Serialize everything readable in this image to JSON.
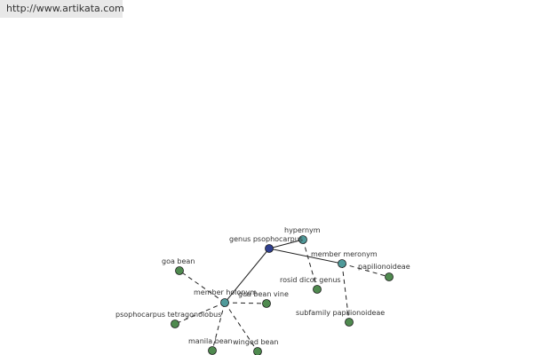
{
  "banner": {
    "url": "http://www.artikata.com"
  },
  "colors": {
    "root": "#2f3f8f",
    "relation": "#4f9a9a",
    "leaf": "#4f8a4f",
    "edge": "#222222",
    "label": "#333333"
  },
  "graph": {
    "nodes": [
      {
        "id": "root",
        "label": "genus psophocarpus",
        "kind": "root"
      },
      {
        "id": "hypernym",
        "label": "hypernym",
        "kind": "relation"
      },
      {
        "id": "meronym",
        "label": "member meronym",
        "kind": "relation"
      },
      {
        "id": "holonym",
        "label": "member holonym",
        "kind": "relation"
      },
      {
        "id": "rosid",
        "label": "rosid dicot genus",
        "kind": "leaf"
      },
      {
        "id": "papilionoideae",
        "label": "papilionoideae",
        "kind": "leaf"
      },
      {
        "id": "subfamily",
        "label": "subfamily papilionoideae",
        "kind": "leaf"
      },
      {
        "id": "goabean",
        "label": "goa bean",
        "kind": "leaf"
      },
      {
        "id": "goabeanvine",
        "label": "goa bean vine",
        "kind": "leaf"
      },
      {
        "id": "tetragonolobus",
        "label": "psophocarpus tetragonolobus",
        "kind": "leaf"
      },
      {
        "id": "manila",
        "label": "manila bean",
        "kind": "leaf"
      },
      {
        "id": "winged",
        "label": "winged bean",
        "kind": "leaf"
      }
    ],
    "edges": [
      {
        "from": "root",
        "to": "hypernym",
        "style": "solid"
      },
      {
        "from": "root",
        "to": "meronym",
        "style": "solid"
      },
      {
        "from": "root",
        "to": "holonym",
        "style": "solid"
      },
      {
        "from": "hypernym",
        "to": "rosid",
        "style": "dashed"
      },
      {
        "from": "meronym",
        "to": "papilionoideae",
        "style": "dashed"
      },
      {
        "from": "meronym",
        "to": "subfamily",
        "style": "dashed"
      },
      {
        "from": "holonym",
        "to": "goabean",
        "style": "dashed"
      },
      {
        "from": "holonym",
        "to": "goabeanvine",
        "style": "dashed"
      },
      {
        "from": "holonym",
        "to": "tetragonolobus",
        "style": "dashed"
      },
      {
        "from": "holonym",
        "to": "manila",
        "style": "dashed"
      },
      {
        "from": "holonym",
        "to": "winged",
        "style": "dashed"
      }
    ]
  }
}
